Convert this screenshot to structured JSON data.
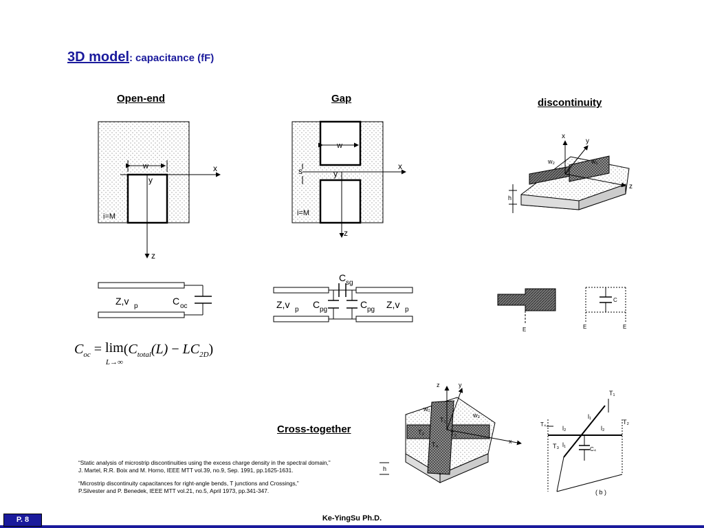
{
  "title": {
    "main": "3D model",
    "separator": ":",
    "sub": "capacitance (fF)"
  },
  "labels": {
    "open_end": "Open-end",
    "gap": "Gap",
    "discontinuity": "discontinuity",
    "cross_together": "Cross-together"
  },
  "figures": {
    "open_end": {
      "w": "w",
      "x": "x",
      "y": "y",
      "z": "z",
      "region": "i=M"
    },
    "gap": {
      "w": "w",
      "s": "s",
      "x": "x",
      "y": "y",
      "z": "z",
      "region": "i=M"
    },
    "disc": {
      "x": "x",
      "y": "y",
      "z": "z",
      "w2": "w₂",
      "w1": "w₁",
      "h": "h"
    },
    "oc_circuit": {
      "zv": "Z,v",
      "zv_sub": "p",
      "c": "C",
      "c_sub": "oc"
    },
    "gap_circuit": {
      "zv": "Z,v",
      "zv_sub": "p",
      "cpg": "C",
      "cpg_sub": "pg",
      "csg": "C",
      "csg_sub": "sg"
    },
    "step_circuit": {
      "c": "C",
      "e": "E"
    },
    "cross": {
      "z": "z",
      "y": "y",
      "x": "x",
      "w1": "w₁",
      "w2": "w₂",
      "h": "h",
      "t1": "T₁",
      "t2": "T₂",
      "t3": "T₃",
      "t4": "T₄"
    },
    "cross_circuit": {
      "t1": "T₁",
      "t2": "T₂",
      "t3": "T₃",
      "t4": "T₄",
      "l1": "l₁",
      "l2": "l₂",
      "c4": "C₄",
      "b": "( b )"
    }
  },
  "formula": {
    "lhs": "C",
    "lhs_sub": "oc",
    "eq": "=",
    "lim": "lim",
    "lim_sub": "L→∞",
    "open": "(",
    "ctot": "C",
    "ctot_sub": "total",
    "l_arg": "(L)",
    "minus": "−",
    "lc": "LC",
    "lc_sub": "2D",
    "close": ")"
  },
  "references": [
    {
      "line1": "“Static analysis of microstrip discontinuities using the excess charge density in the spectral domain,”",
      "line2": "J. Martel, R.R. Boix and M. Horno, IEEE MTT vol.39, no.9, Sep. 1991, pp.1625-1631."
    },
    {
      "line1": "“Microstrip discontinuity capacitances for right-angle bends, T junctions and Crossings,”",
      "line2": "P.Silvester and P. Benedek, IEEE MTT vol.21, no.5, April 1973, pp.341-347."
    }
  ],
  "footer": {
    "page": "P. 8",
    "author": "Ke-YingSu  Ph.D."
  },
  "colors": {
    "accent": "#1a1a9c",
    "hatch": "#555555"
  }
}
